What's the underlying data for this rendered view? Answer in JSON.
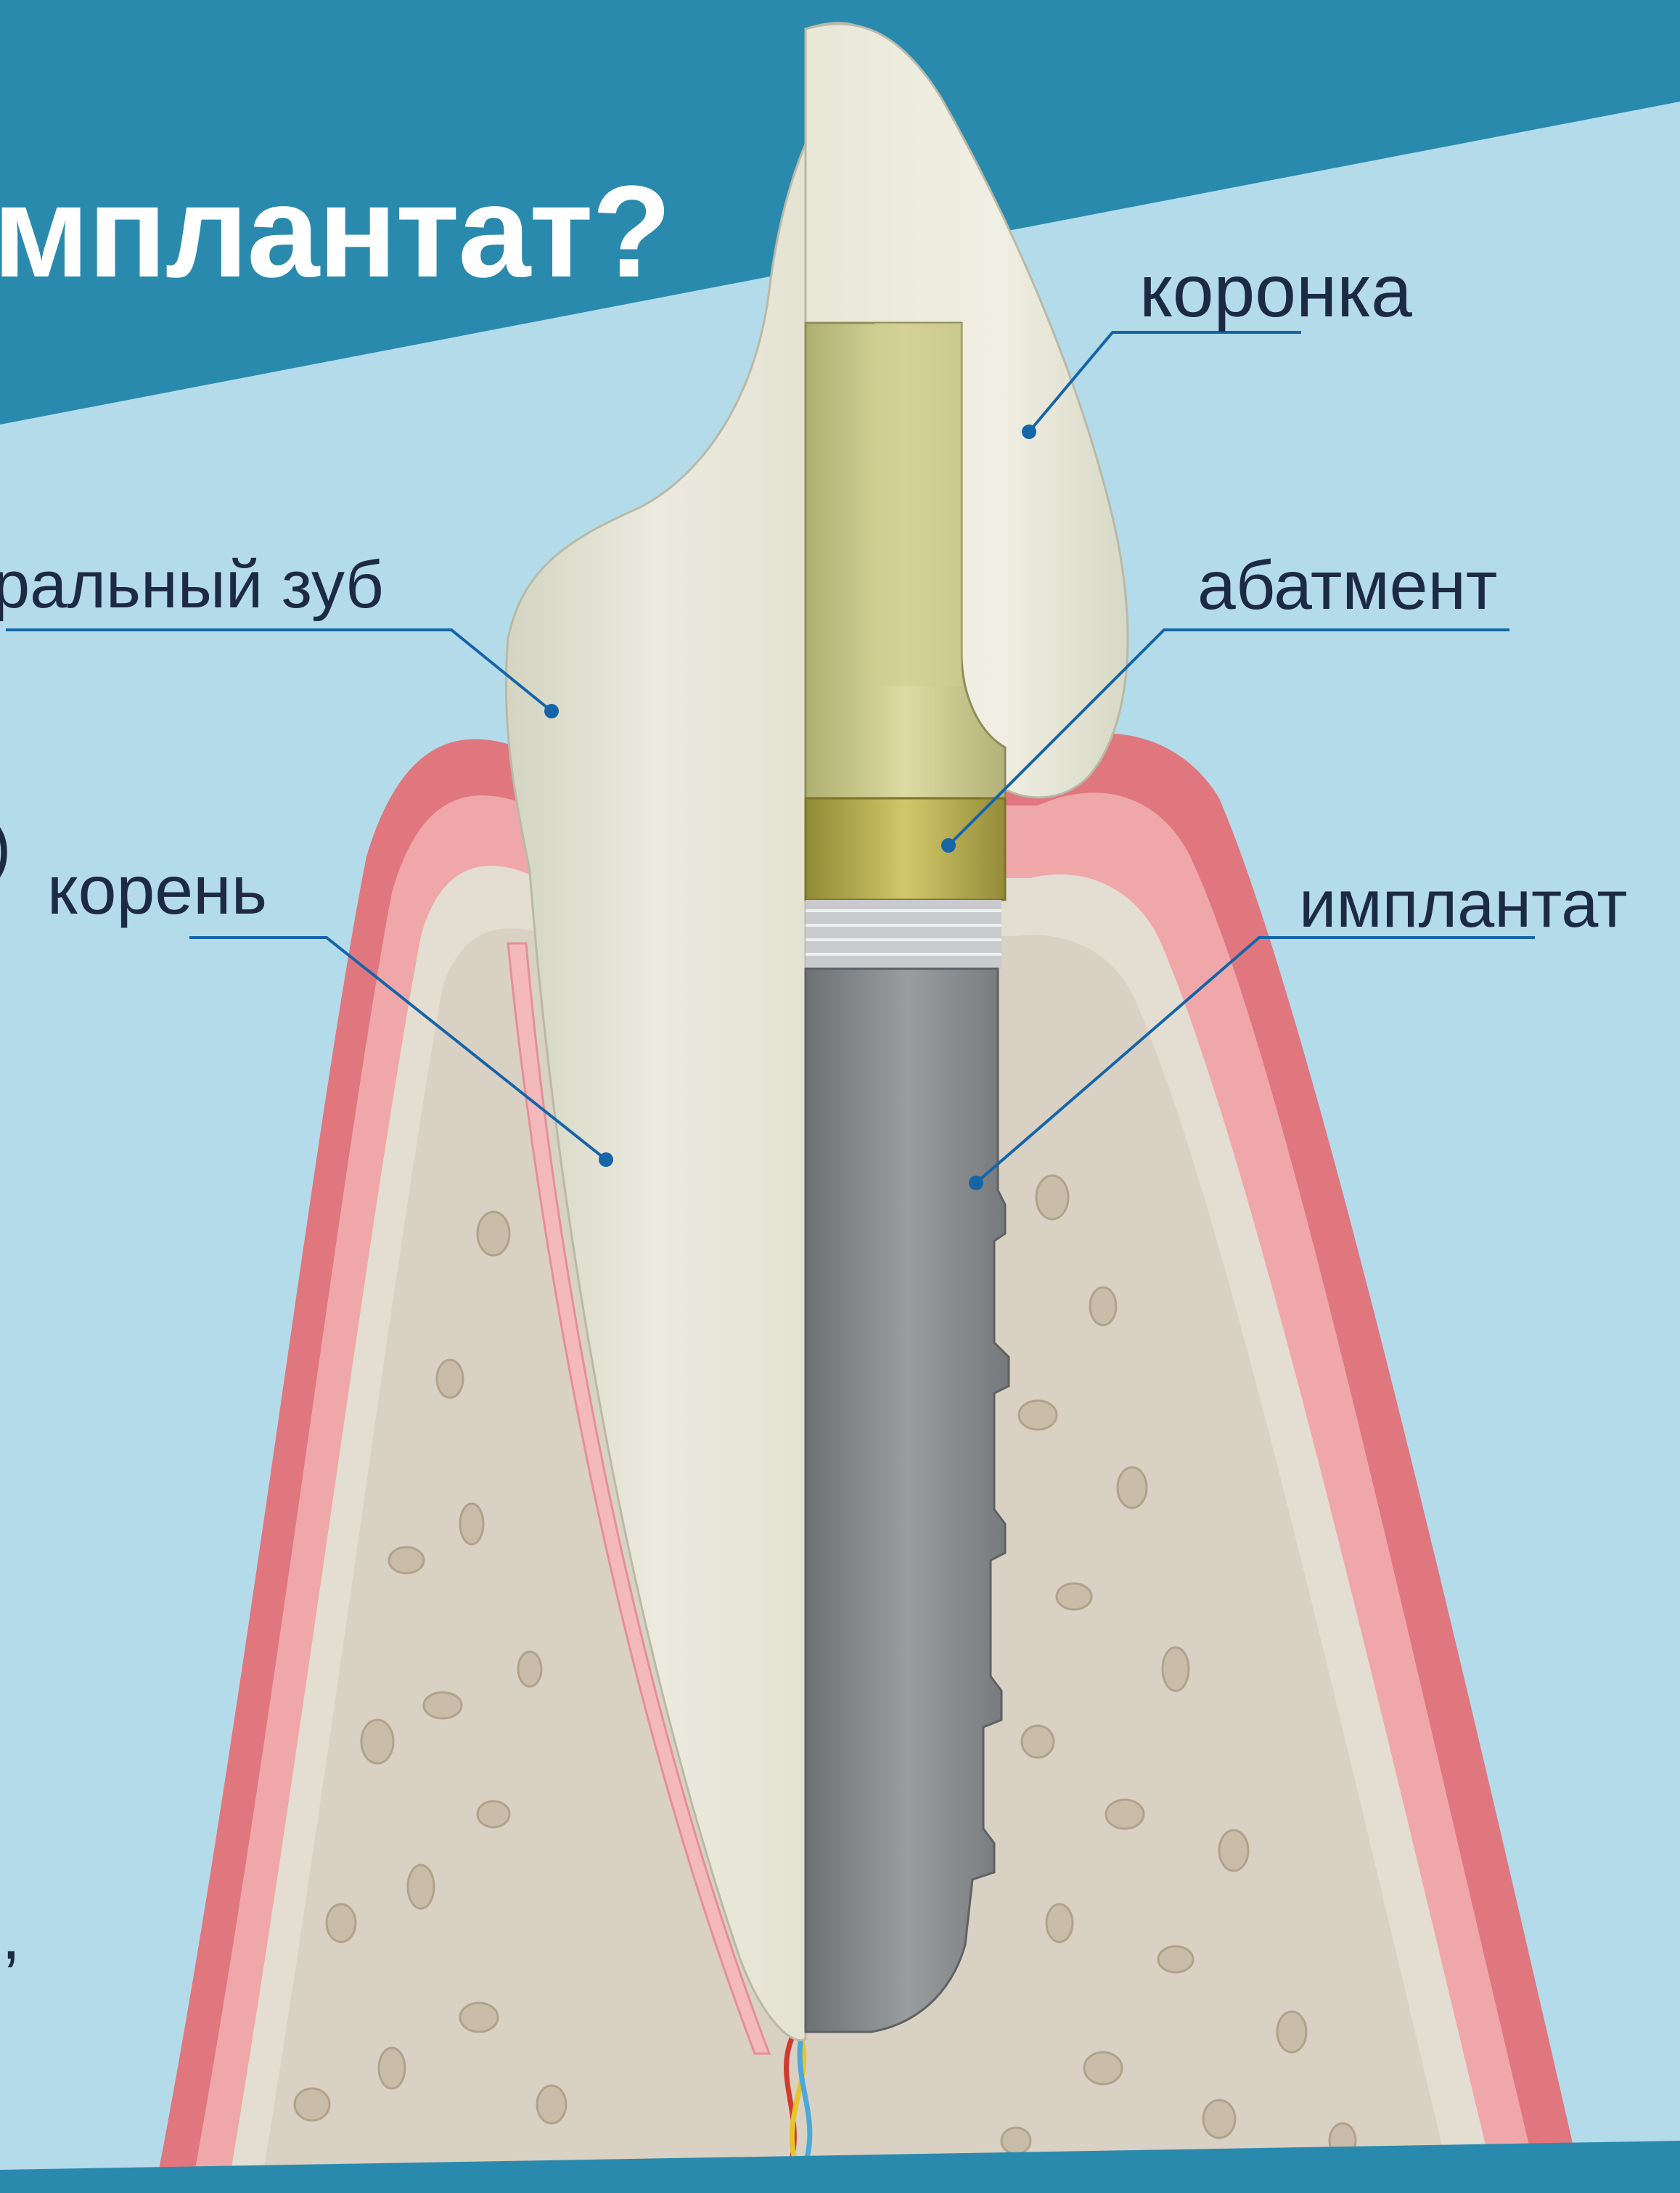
{
  "title": "мплантат?",
  "labels": {
    "crown": "коронка",
    "natural_tooth": "ральный зуб",
    "abutment": "абатмент",
    "root": "корень",
    "implant": "имплантат"
  },
  "cut_off_text": {
    "paren": ")",
    "comma": ","
  },
  "colors": {
    "background": "#b4dbea",
    "banner": "#2a8aad",
    "gum": "#e0777e",
    "bone": "#e3ddd2",
    "leader_line": "#1565a8",
    "implant": "#8a8d90",
    "abutment": "#c8c488",
    "crown": "#e7e5d5"
  }
}
